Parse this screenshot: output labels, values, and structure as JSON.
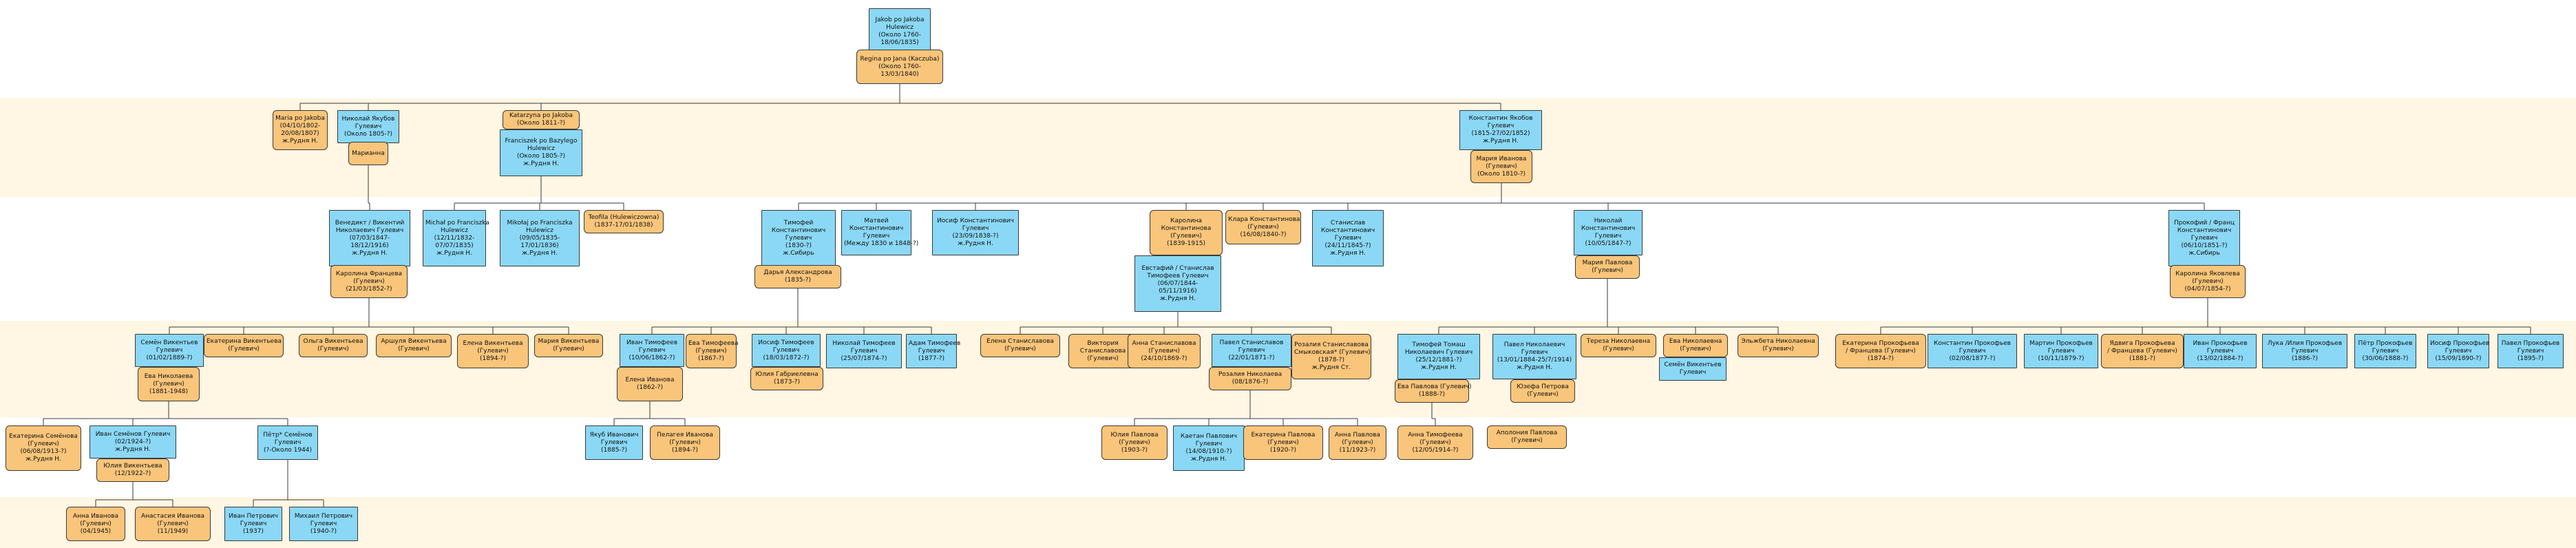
{
  "colors": {
    "male": "#8ad8f5",
    "female": "#f9c57a",
    "band": "#fff6e3",
    "line": "#3a3a3a"
  },
  "people": [
    {
      "id": "p1",
      "sex": "m",
      "lines": [
        "Jakob po Jakoba",
        "Hulewicz",
        "(Около 1760-",
        "18/06/1835)"
      ]
    },
    {
      "id": "p2",
      "sex": "f",
      "lines": [
        "Regina po Jana (Kaczuba)",
        "(Около 1760-",
        "13/03/1840)"
      ]
    },
    {
      "id": "p3",
      "sex": "f",
      "lines": [
        "Maria po Jakoba",
        "(04/10/1802-",
        "20/08/1807)",
        "ж.Рудня Н."
      ]
    },
    {
      "id": "p4",
      "sex": "m",
      "lines": [
        "Николай Якубов",
        "Гулевич",
        "(Около 1805-?)"
      ]
    },
    {
      "id": "p5",
      "sex": "f",
      "lines": [
        "Марианна"
      ]
    },
    {
      "id": "p6",
      "sex": "f",
      "lines": [
        "Katarzyna po Jakoba",
        "(Около 1811-?)"
      ]
    },
    {
      "id": "p7",
      "sex": "m",
      "lines": [
        "Franciszek po Bazylego",
        "Hulewicz",
        "(Около 1805-?)",
        "ж.Рудня Н."
      ]
    },
    {
      "id": "p8",
      "sex": "m",
      "lines": [
        "Константин Якобов",
        "Гулевич",
        "(1815-27/02/1852)",
        "ж.Рудня Н."
      ]
    },
    {
      "id": "p9",
      "sex": "f",
      "lines": [
        "Мария Иванова",
        "(Гулевич)",
        "(Около 1810-?)"
      ]
    },
    {
      "id": "p10",
      "sex": "m",
      "lines": [
        "Венедикт / Викентий",
        "Николаевич Гулевич",
        "(07/03/1847-",
        "18/12/1916)",
        "ж.Рудня Н."
      ]
    },
    {
      "id": "p11",
      "sex": "f",
      "lines": [
        "Каролина Францева",
        "(Гулевич)",
        "(21/03/1852-?)"
      ]
    },
    {
      "id": "p12",
      "sex": "m",
      "lines": [
        "Michał po Franciszka",
        "Hulewicz",
        "(12/11/1832-",
        "07/07/1835)",
        "ж.Рудня Н."
      ]
    },
    {
      "id": "p13",
      "sex": "m",
      "lines": [
        "Mikołaj po Franciszka",
        "Hulewicz",
        "(09/05/1835-",
        "17/01/1836)",
        "ж.Рудня Н."
      ]
    },
    {
      "id": "p14",
      "sex": "f",
      "lines": [
        "Teofila (Hulewiczowna)",
        "(1837-17/01/1838)"
      ]
    },
    {
      "id": "p15",
      "sex": "m",
      "lines": [
        "Тимофей",
        "Константинович",
        "Гулевич",
        "(1830-?)",
        "ж.Сибирь"
      ]
    },
    {
      "id": "p16",
      "sex": "f",
      "lines": [
        "Дарья Александрова",
        "(1835-?)"
      ]
    },
    {
      "id": "p17",
      "sex": "m",
      "lines": [
        "Матвей",
        "Константинович",
        "Гулевич",
        "(Между 1830 и 1848-?)"
      ]
    },
    {
      "id": "p18",
      "sex": "m",
      "lines": [
        "Иосиф Константинович",
        "Гулевич",
        "(23/09/1838-?)",
        "ж.Рудня Н."
      ]
    },
    {
      "id": "p19",
      "sex": "f",
      "lines": [
        "Каролина",
        "Константинова",
        "(Гулевич)",
        "(1839-1915)"
      ]
    },
    {
      "id": "p20",
      "sex": "m",
      "lines": [
        "Евстафий / Станислав",
        "Тимофеев Гулевич",
        "(06/07/1844-",
        "05/11/1916)",
        "ж.Рудня Н."
      ]
    },
    {
      "id": "p21",
      "sex": "f",
      "lines": [
        "Клара Константинова",
        "(Гулевич)",
        "(16/08/1840-?)"
      ]
    },
    {
      "id": "p22",
      "sex": "m",
      "lines": [
        "Станислав",
        "Константинович",
        "Гулевич",
        "(24/11/1845-?)",
        "ж.Рудня Н."
      ]
    },
    {
      "id": "p23",
      "sex": "m",
      "lines": [
        "Николай",
        "Константинович",
        "Гулевич",
        "(10/05/1847-?)"
      ]
    },
    {
      "id": "p24",
      "sex": "f",
      "lines": [
        "Мария Павлова",
        "(Гулевич)"
      ]
    },
    {
      "id": "p25",
      "sex": "m",
      "lines": [
        "Прокофий / Франц",
        "Константинович",
        "Гулевич",
        "(06/10/1851-?)",
        "ж.Сибирь"
      ]
    },
    {
      "id": "p26",
      "sex": "f",
      "lines": [
        "Каролина Яковлева",
        "(Гулевич)",
        "(04/07/1854-?)"
      ]
    },
    {
      "id": "p27",
      "sex": "m",
      "lines": [
        "Семён Викентьев",
        "Гулевич",
        "(01/02/1889-?)"
      ]
    },
    {
      "id": "p28",
      "sex": "f",
      "lines": [
        "Ева Николаева",
        "(Гулевич)",
        "(1881-1948)"
      ]
    },
    {
      "id": "p29",
      "sex": "f",
      "lines": [
        "Екатерина Викентьева",
        "(Гулевич)"
      ]
    },
    {
      "id": "p30",
      "sex": "f",
      "lines": [
        "Ольга Викентьева",
        "(Гулевич)"
      ]
    },
    {
      "id": "p31",
      "sex": "f",
      "lines": [
        "Аршуля Викентьева",
        "(Гулевич)"
      ]
    },
    {
      "id": "p32",
      "sex": "f",
      "lines": [
        "Елена Викентьева",
        "(Гулевич)",
        "(1894-?)"
      ]
    },
    {
      "id": "p33",
      "sex": "f",
      "lines": [
        "Мария Викентьева",
        "(Гулевич)"
      ]
    },
    {
      "id": "p34",
      "sex": "m",
      "lines": [
        "Иван Тимофеев",
        "Гулевич",
        "(10/06/1862-?)"
      ]
    },
    {
      "id": "p35",
      "sex": "f",
      "lines": [
        "Елена Иванова",
        "(1862-?)"
      ]
    },
    {
      "id": "p36",
      "sex": "f",
      "lines": [
        "Ева Тимофеева",
        "(Гулевич)",
        "(1867-?)"
      ]
    },
    {
      "id": "p37",
      "sex": "m",
      "lines": [
        "Иосиф Тимофеев",
        "Гулевич",
        "(18/03/1872-?)"
      ]
    },
    {
      "id": "p38",
      "sex": "f",
      "lines": [
        "Юлия Габриелевна",
        "(1873-?)"
      ]
    },
    {
      "id": "p39",
      "sex": "m",
      "lines": [
        "Николай Тимофеев",
        "Гулевич",
        "(25/07/1874-?)"
      ]
    },
    {
      "id": "p40",
      "sex": "m",
      "lines": [
        "Адам Тимофеев",
        "Гулевич",
        "(1877-?)"
      ]
    },
    {
      "id": "p41",
      "sex": "f",
      "lines": [
        "Елена Станиславова",
        "(Гулевич)"
      ]
    },
    {
      "id": "p42",
      "sex": "f",
      "lines": [
        "Виктория",
        "Станиславова",
        "(Гулевич)"
      ]
    },
    {
      "id": "p43",
      "sex": "f",
      "lines": [
        "Анна Станиславова",
        "(Гулевич)",
        "(24/10/1869-?)"
      ]
    },
    {
      "id": "p44",
      "sex": "m",
      "lines": [
        "Павел Станиславов",
        "Гулевич",
        "(22/01/1871-?)"
      ]
    },
    {
      "id": "p45",
      "sex": "f",
      "lines": [
        "Розалия Николаева",
        "(08/1876-?)"
      ]
    },
    {
      "id": "p46",
      "sex": "f",
      "lines": [
        "Розалия Станиславова",
        "Смыковская* (Гулевич)",
        "(1878-?)",
        "ж.Рудня Ст."
      ]
    },
    {
      "id": "p47",
      "sex": "m",
      "lines": [
        "Тимофей Томаш",
        "Николаевич Гулевич",
        "(25/12/1881-?)",
        "ж.Рудня Н."
      ]
    },
    {
      "id": "p48",
      "sex": "f",
      "lines": [
        "Ева Павлова (Гулевич)",
        "(1888-?)"
      ]
    },
    {
      "id": "p49",
      "sex": "m",
      "lines": [
        "Павел Николаевич",
        "Гулевич",
        "(13/01/1884-25/7/1914)",
        "ж.Рудня Н."
      ]
    },
    {
      "id": "p50",
      "sex": "f",
      "lines": [
        "Юзефа Петрова",
        "(Гулевич)"
      ]
    },
    {
      "id": "p51",
      "sex": "f",
      "lines": [
        "Тереза Николаевна",
        "(Гулевич)"
      ]
    },
    {
      "id": "p52",
      "sex": "f",
      "lines": [
        "Ева Николаевна",
        "(Гулевич)"
      ]
    },
    {
      "id": "p53",
      "sex": "m",
      "lines": [
        "Семён Викентьев",
        "Гулевич"
      ]
    },
    {
      "id": "p54",
      "sex": "f",
      "lines": [
        "Эльжбета Николаевна",
        "(Гулевич)"
      ]
    },
    {
      "id": "p55",
      "sex": "f",
      "lines": [
        "Екатерина Прокофьева",
        "/ Францева (Гулевич)",
        "(1874-?)"
      ]
    },
    {
      "id": "p56",
      "sex": "m",
      "lines": [
        "Константин Прокофьев",
        "Гулевич",
        "(02/08/1877-?)"
      ]
    },
    {
      "id": "p57",
      "sex": "m",
      "lines": [
        "Мартин Прокофьев",
        "Гулевич",
        "(10/11/1879-?)"
      ]
    },
    {
      "id": "p58",
      "sex": "f",
      "lines": [
        "Ядвига Прокофьева",
        "/ Францева (Гулевич)",
        "(1881-?)"
      ]
    },
    {
      "id": "p59",
      "sex": "m",
      "lines": [
        "Иван Прокофьев",
        "Гулевич",
        "(13/02/1884-?)"
      ]
    },
    {
      "id": "p60",
      "sex": "m",
      "lines": [
        "Лука /Илия Прокофьев",
        "Гулевич",
        "(1886-?)"
      ]
    },
    {
      "id": "p61",
      "sex": "m",
      "lines": [
        "Пётр Прокофьев",
        "Гулевич",
        "(30/06/1888-?)"
      ]
    },
    {
      "id": "p62",
      "sex": "m",
      "lines": [
        "Иосиф Прокофьев",
        "Гулевич",
        "(15/09/1890-?)"
      ]
    },
    {
      "id": "p63",
      "sex": "m",
      "lines": [
        "Павел Прокофьев",
        "Гулевич",
        "(1895-?)"
      ]
    },
    {
      "id": "p64",
      "sex": "f",
      "lines": [
        "Екатерина Семёнова",
        "(Гулевич)",
        "(06/08/1913-?)",
        "ж.Рудня Н."
      ]
    },
    {
      "id": "p65",
      "sex": "m",
      "lines": [
        "Иван Семёнов Гулевич",
        "(02/1924-?)",
        "ж.Рудня Н."
      ]
    },
    {
      "id": "p66",
      "sex": "f",
      "lines": [
        "Юлия Викентьева",
        "(12/1922-?)"
      ]
    },
    {
      "id": "p67",
      "sex": "m",
      "lines": [
        "Пётр* Семёнов",
        "Гулевич",
        "(?-Около 1944)"
      ]
    },
    {
      "id": "p68",
      "sex": "m",
      "lines": [
        "Якуб Иванович",
        "Гулевич",
        "(1885-?)"
      ]
    },
    {
      "id": "p69",
      "sex": "f",
      "lines": [
        "Пелагея Иванова",
        "(Гулевич)",
        "(1894-?)"
      ]
    },
    {
      "id": "p70",
      "sex": "f",
      "lines": [
        "Юлия Павлова",
        "(Гулевич)",
        "(1903-?)"
      ]
    },
    {
      "id": "p71",
      "sex": "m",
      "lines": [
        "Каетан Павлович",
        "Гулевич",
        "(14/08/1910-?)",
        "ж.Рудня Н."
      ]
    },
    {
      "id": "p72",
      "sex": "f",
      "lines": [
        "Екатерина Павлова",
        "(Гулевич)",
        "(1920-?)"
      ]
    },
    {
      "id": "p73",
      "sex": "f",
      "lines": [
        "Анна Павлова",
        "(Гулевич)",
        "(11/1923-?)"
      ]
    },
    {
      "id": "p74",
      "sex": "f",
      "lines": [
        "Анна Тимофеева",
        "(Гулевич)",
        "(12/05/1914-?)"
      ]
    },
    {
      "id": "p75",
      "sex": "f",
      "lines": [
        "Аполония Павлова",
        "(Гулевич)"
      ]
    },
    {
      "id": "p76",
      "sex": "f",
      "lines": [
        "Анна Иванова",
        "(Гулевич)",
        "(04/1945)"
      ]
    },
    {
      "id": "p77",
      "sex": "f",
      "lines": [
        "Анастасия Иванова",
        "(Гулевич)",
        "(11/1949)"
      ]
    },
    {
      "id": "p78",
      "sex": "m",
      "lines": [
        "Иван Петрович",
        "Гулевич",
        "(1937)"
      ]
    },
    {
      "id": "p79",
      "sex": "m",
      "lines": [
        "Михаил Петрович",
        "Гулевич",
        "(1940-?)"
      ]
    }
  ]
}
